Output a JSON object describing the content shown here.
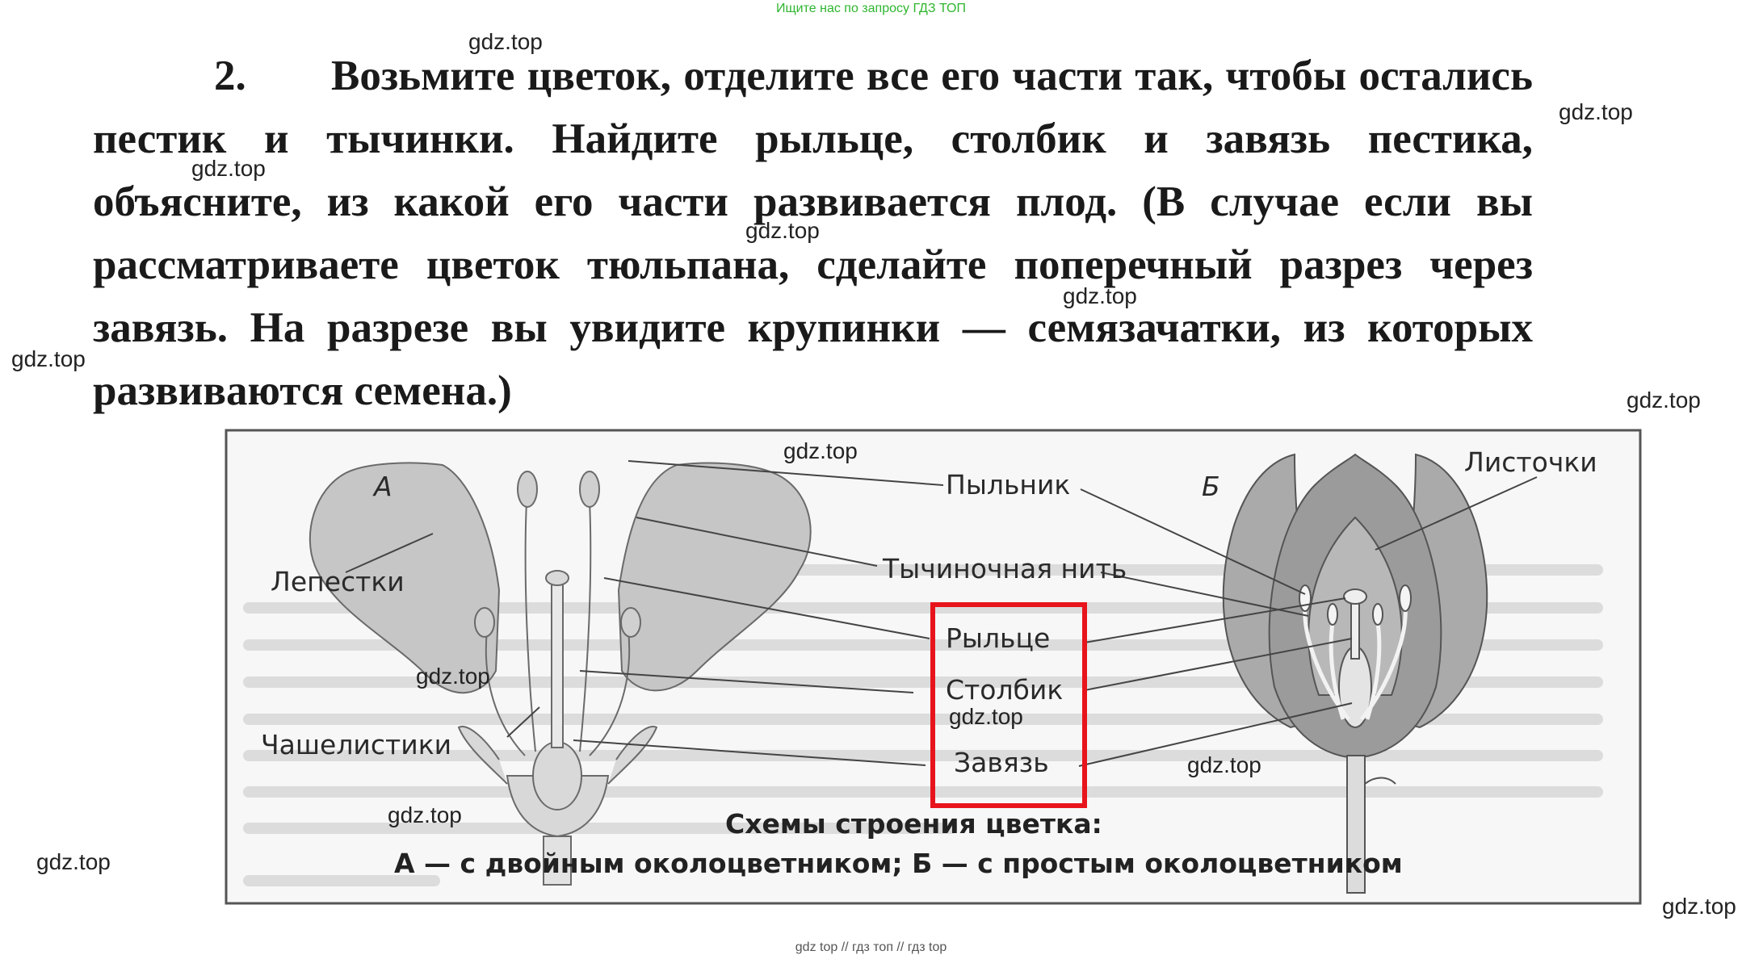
{
  "banner": "Ищите нас по запросу ГДЗ ТОП",
  "task": {
    "number": "2.",
    "text": "Возьмите цветок, отделите все его части так, чтобы остались пестик и тычинки. Найдите рыльце, столбик и завязь пестика, объясните, из какой его части развивается плод. (В случае если вы рассматриваете цветок тюльпана, сделайте поперечный разрез через завязь. На разрезе вы увидите крупинки — семязачатки, из которых развиваются семена.)"
  },
  "watermark": "gdz.top",
  "figure": {
    "letter_a": "А",
    "letter_b": "Б",
    "labels": {
      "petals": "Лепестки",
      "sepals": "Чашелистики",
      "anther": "Пыльник",
      "filament": "Тычиночная нить",
      "stigma": "Рыльце",
      "style": "Столбик",
      "ovary": "Завязь",
      "leaflets": "Листочки"
    },
    "caption_title": "Схемы строения цветка:",
    "caption_text": "А — с двойным околоцветником; Б — с простым околоцветником",
    "highlight_color": "#e8141c"
  },
  "footer": "gdz top  //  гдз топ  //  гдз top"
}
